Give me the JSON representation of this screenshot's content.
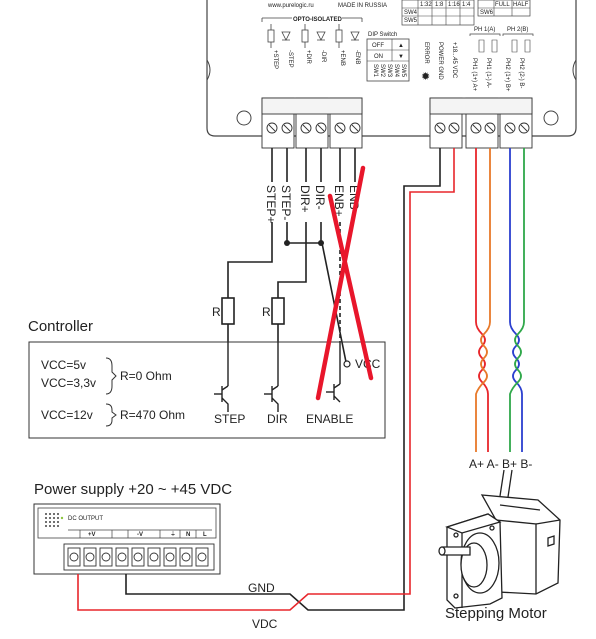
{
  "driver": {
    "website": "www.purelogic.ru",
    "made_in": "MADE IN RUSSIA",
    "opto_label": "OPTO-ISOLATED",
    "dip_title": "DIP Switch",
    "dip_off": "OFF",
    "dip_on": "ON",
    "dip_items": [
      "SW1",
      "SW2",
      "SW3",
      "SW4",
      "SW5"
    ],
    "microstep_cols": [
      "1:32",
      "1:8",
      "1:16",
      "1:4"
    ],
    "microstep_rows": [
      "SW4",
      "SW5"
    ],
    "current_opts": [
      "FULL",
      "HALF"
    ],
    "current_row": "SW6",
    "ph_labels": [
      "PH 1(A)",
      "PH 2(B)"
    ],
    "pin_labels": [
      "+STEP",
      "-STEP",
      "+DIR",
      "-DIR",
      "+ENB",
      "-ENB"
    ],
    "error_label": "ERROR",
    "power_gnd_label": "POWER GND",
    "vdc_label": "+18...45 VDC",
    "phase_pin_labels": [
      "PH1 (1+) A+",
      "PH1 (1-) A-",
      "PH2 (1+) B+",
      "PH2 (2-) B-"
    ]
  },
  "signals": [
    "STEP+",
    "STEP-",
    "DIR+",
    "DIR-",
    "ENB+",
    "ENB-"
  ],
  "controller": {
    "title": "Controller",
    "vcc_5v": "VCC=5v",
    "vcc_33v": "VCC=3,3v",
    "r0": "R=0 Ohm",
    "vcc_12v": "VCC=12v",
    "r470": "R=470 Ohm",
    "vcc_label": "VCC",
    "r_label": "R",
    "outputs": [
      "STEP",
      "DIR",
      "ENABLE"
    ]
  },
  "power_supply": {
    "title": "Power supply +20 ~ +45 VDC",
    "dc_output": "DC OUTPUT",
    "terminals": [
      "+V",
      "-V",
      "⏚",
      "N",
      "L"
    ]
  },
  "wires": {
    "gnd": "GND",
    "vdc": "VDC"
  },
  "motor": {
    "title": "Stepping Motor",
    "phases": "A+ A- B+ B-"
  },
  "colors": {
    "red": "#e8262b",
    "orange": "#e8792a",
    "blue": "#2b3fcf",
    "green": "#2fa84a",
    "cross": "#e8162b",
    "line": "#222222"
  }
}
